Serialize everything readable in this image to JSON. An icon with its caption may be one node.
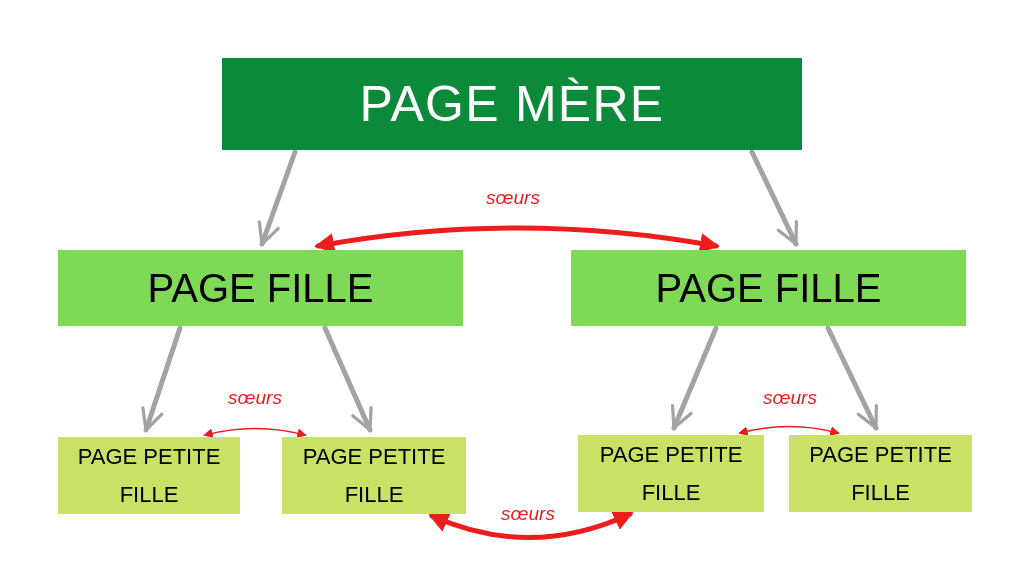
{
  "diagram": {
    "nodes": [
      {
        "text": [
          "PAGE MÈRE"
        ]
      },
      {
        "text": [
          "PAGE FILLE"
        ]
      },
      {
        "text": [
          "PAGE FILLE"
        ]
      },
      {
        "text": [
          "PAGE PETITE FILLE"
        ]
      },
      {
        "text": [
          "PAGE PETITE FILLE"
        ]
      },
      {
        "text": [
          "PAGE PETITE FILLE"
        ]
      },
      {
        "text": [
          "PAGE PETITE FILLE"
        ]
      }
    ],
    "edges": [
      {
        "from": 0,
        "to": 1,
        "arrow": "to"
      },
      {
        "from": 0,
        "to": 2,
        "arrow": "to"
      },
      {
        "from": 1,
        "to": 2,
        "arrow": "both",
        "label": "sœurs",
        "color": "#ee1c1c"
      },
      {
        "from": 1,
        "to": 3,
        "arrow": "to"
      },
      {
        "from": 1,
        "to": 4,
        "arrow": "to"
      },
      {
        "from": 2,
        "to": 5,
        "arrow": "to"
      },
      {
        "from": 2,
        "to": 6,
        "arrow": "to"
      },
      {
        "from": 3,
        "to": 4,
        "arrow": "both",
        "label": "sœurs",
        "color": "#ee1c1c"
      },
      {
        "from": 5,
        "to": 6,
        "arrow": "both",
        "label": "sœurs",
        "color": "#ee1c1c"
      },
      {
        "from": 4,
        "to": 5,
        "arrow": "both",
        "label": "sœurs",
        "color": "#ee1c1c"
      }
    ]
  }
}
